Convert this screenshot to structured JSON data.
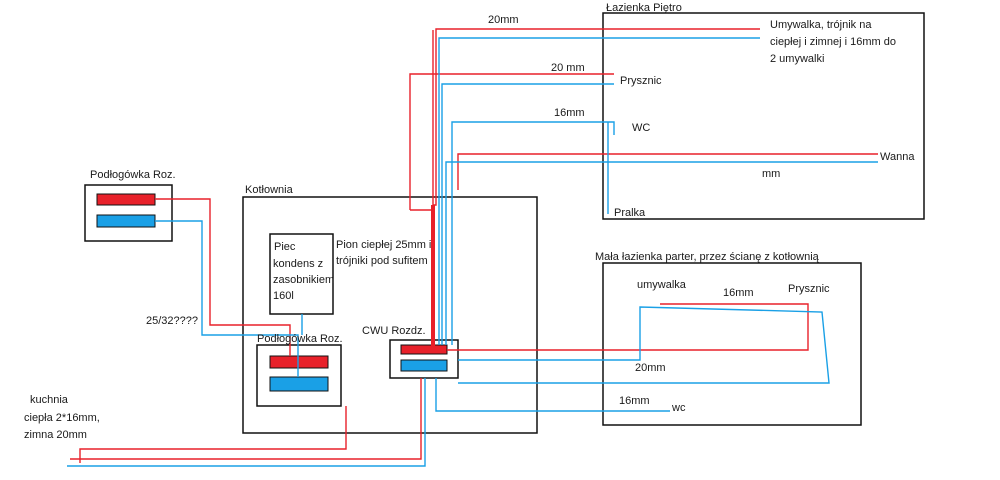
{
  "colors": {
    "hot": "#e8212a",
    "cold": "#1aa0e6",
    "outline": "#111111"
  },
  "rooms": {
    "lazienka_pietro": {
      "title": "Łazienka Piętro",
      "umywalka_line1": "Umywalka, trójnik na",
      "umywalka_line2": "ciepłej i zimnej i 16mm do",
      "umywalka_line3": "2 umywalki",
      "prysznic": "Prysznic",
      "wc": "WC",
      "wanna": "Wanna",
      "pralka": "Pralka"
    },
    "kotlownia": {
      "title": "Kotłownia",
      "piec_line1": "Piec",
      "piec_line2": "kondens z",
      "piec_line3": "zasobnikiem",
      "piec_line4": "160l",
      "pion_line1": "Pion ciepłej 25mm i",
      "pion_line2": "trójniki pod sufitem",
      "podlogowka": "Podłogówka Roz.",
      "cwu": "CWU Rozdz."
    },
    "podlogowka_outside": {
      "title": "Podłogówka Roz."
    },
    "mala_lazienka": {
      "title": "Mała łazienka parter, przez ścianę z kotłownią",
      "umywalka": "umywalka",
      "prysznic": "Prysznic",
      "wc": "wc"
    },
    "kuchnia": {
      "line1": "kuchnia",
      "line2": "ciepła 2*16mm,",
      "line3": "zimna 20mm"
    }
  },
  "pipe_labels": {
    "top_20mm": "20mm",
    "prysznic_20mm": "20 mm",
    "wc_16mm": "16mm",
    "wanna_mm": "mm",
    "pipe_25_32": "25/32????",
    "mala_16mm": "16mm",
    "mala_20mm": "20mm",
    "wc_bottom_16mm": "16mm"
  }
}
